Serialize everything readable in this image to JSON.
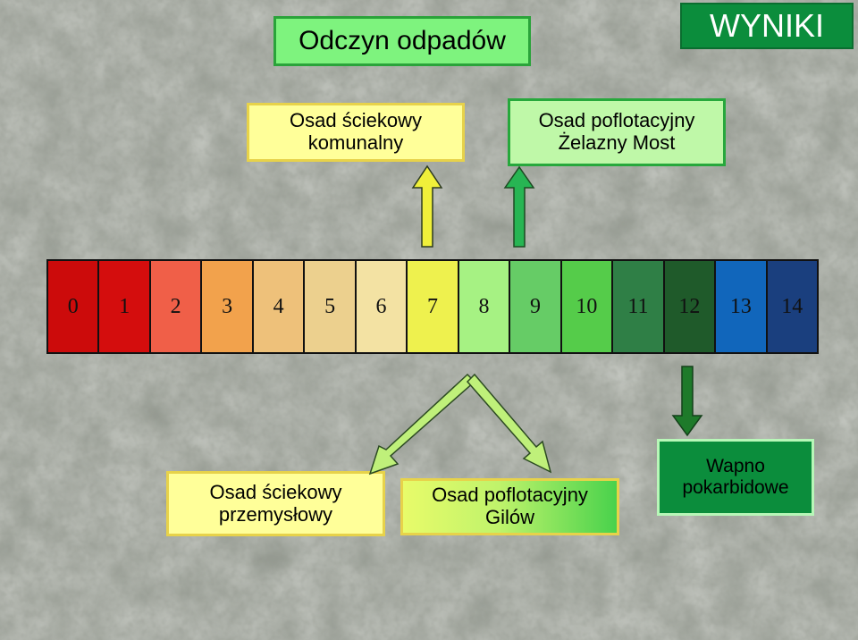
{
  "header": {
    "title": "Odczyn odpadów",
    "badge": "WYNIKI",
    "badge_color": "#0b8d3c"
  },
  "top_labels": {
    "komunalny_line1": "Osad ściekowy",
    "komunalny_line2": "komunalny",
    "zelazny_line1": "Osad poflotacyjny",
    "zelazny_line2": "Żelazny Most"
  },
  "ph_scale": {
    "values": [
      "0",
      "1",
      "2",
      "3",
      "4",
      "5",
      "6",
      "7",
      "8",
      "9",
      "10",
      "11",
      "12",
      "13",
      "14"
    ],
    "colors": [
      "#cc0b0b",
      "#d40d0d",
      "#f05f48",
      "#f2a24c",
      "#eec17a",
      "#ecd08e",
      "#f3e2a3",
      "#eef14e",
      "#a6f283",
      "#66cc66",
      "#55cc4a",
      "#2f7f46",
      "#1f5a2a",
      "#1166bb",
      "#1a3f7e"
    ]
  },
  "bottom_labels": {
    "przem_line1": "Osad ściekowy",
    "przem_line2": "przemysłowy",
    "gilow_line1": "Osad poflotacyjny",
    "gilow_line2": "Gilów",
    "wapno_line1": "Wapno",
    "wapno_line2": "pokarbidowe"
  }
}
